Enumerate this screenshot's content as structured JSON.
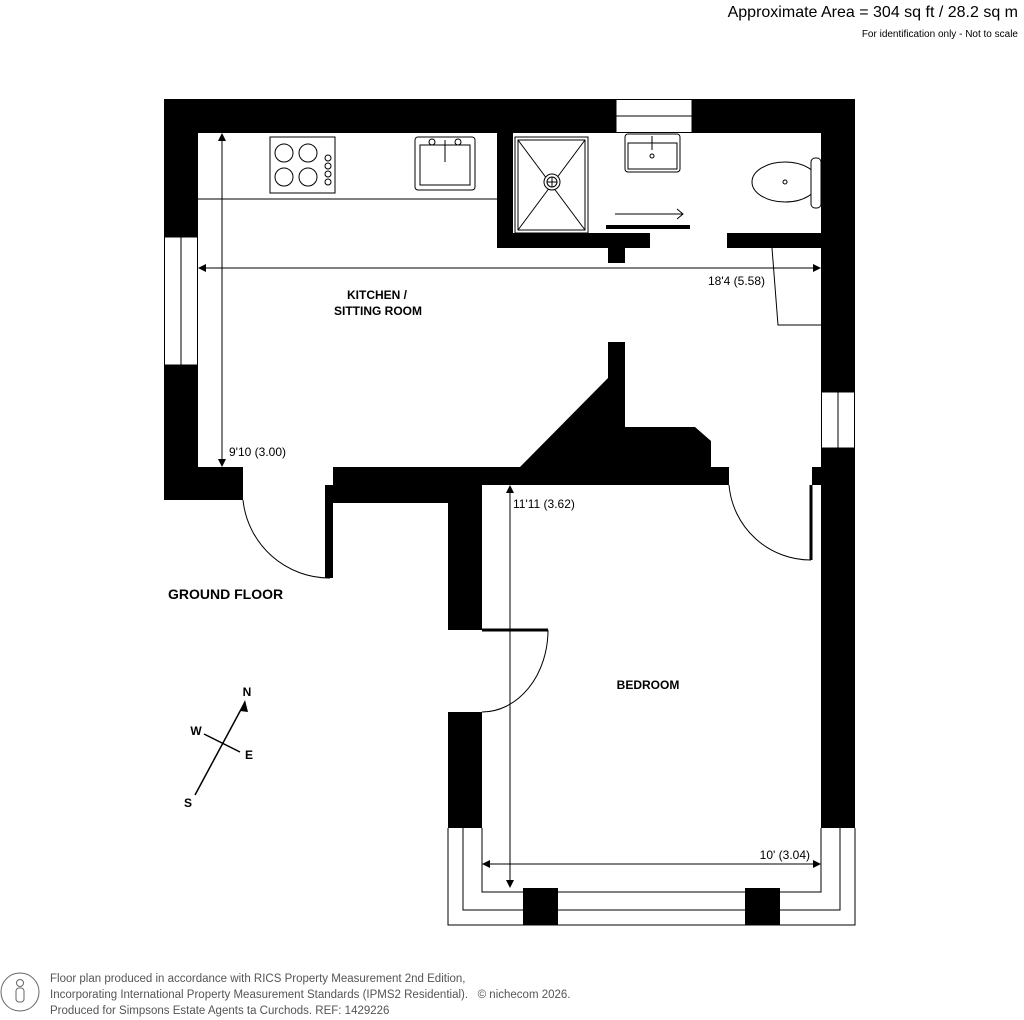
{
  "header": {
    "area": "Approximate Area = 304 sq ft / 28.2 sq m",
    "scale_note": "For identification only - Not to scale"
  },
  "rooms": {
    "kitchen_line1": "KITCHEN /",
    "kitchen_line2": "SITTING ROOM",
    "kitchen_width": "18'4 (5.58)",
    "kitchen_depth": "9'10 (3.00)",
    "bedroom": "BEDROOM",
    "bedroom_depth": "11'11 (3.62)",
    "bedroom_width": "10' (3.04)"
  },
  "floor_label": "GROUND FLOOR",
  "compass": {
    "n": "N",
    "s": "S",
    "e": "E",
    "w": "W"
  },
  "footer": {
    "line1": "Floor plan produced in accordance with RICS Property Measurement 2nd Edition,",
    "line2": "Incorporating International Property Measurement Standards (IPMS2 Residential).",
    "copyright": "© nichecom 2026.",
    "line3": "Produced for Simpsons Estate Agents ta Curchods.   REF: 1429226"
  },
  "colors": {
    "wall": "#000000",
    "footer_text": "#555555"
  }
}
